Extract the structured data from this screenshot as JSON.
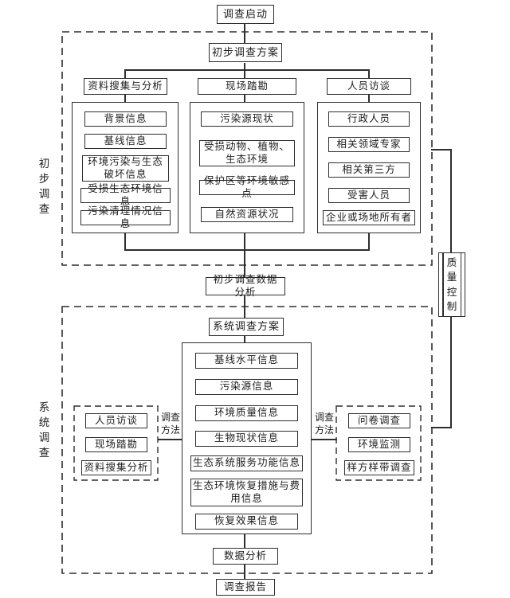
{
  "colors": {
    "line": "#2e2e2e",
    "background": "#ffffff",
    "text": "#1c1c1c"
  },
  "start_node": "调查启动",
  "report_node": "调查报告",
  "quality_label": "质量控制",
  "stage1": {
    "side_label": "初步调查",
    "plan": "初步调查方案",
    "analysis": "初步调查数据分析",
    "columns": [
      {
        "header": "资料搜集与分析",
        "items": [
          "背景信息",
          "基线信息",
          "环境污染与生态破坏信息",
          "受损生态环境信息",
          "污染清理情况信息"
        ]
      },
      {
        "header": "现场踏勘",
        "items": [
          "污染源现状",
          "受损动物、植物、生态环境",
          "保护区等环境敏感点",
          "自然资源状况"
        ]
      },
      {
        "header": "人员访谈",
        "items": [
          "行政人员",
          "相关领域专家",
          "相关第三方",
          "受害人员",
          "企业或场地所有者"
        ]
      }
    ]
  },
  "stage2": {
    "side_label": "系统调查",
    "plan": "系统调查方案",
    "analysis": "数据分析",
    "center_items": [
      "基线水平信息",
      "污染源信息",
      "环境质量信息",
      "生物现状信息",
      "生态系统服务功能信息",
      "生态环境恢复措施与费用信息",
      "恢复效果信息"
    ],
    "left_methods": {
      "label": "调查方法",
      "items": [
        "人员访谈",
        "现场踏勘",
        "资料搜集分析"
      ]
    },
    "right_methods": {
      "label": "调查方法",
      "items": [
        "问卷调查",
        "环境监测",
        "样方样带调查"
      ]
    }
  }
}
